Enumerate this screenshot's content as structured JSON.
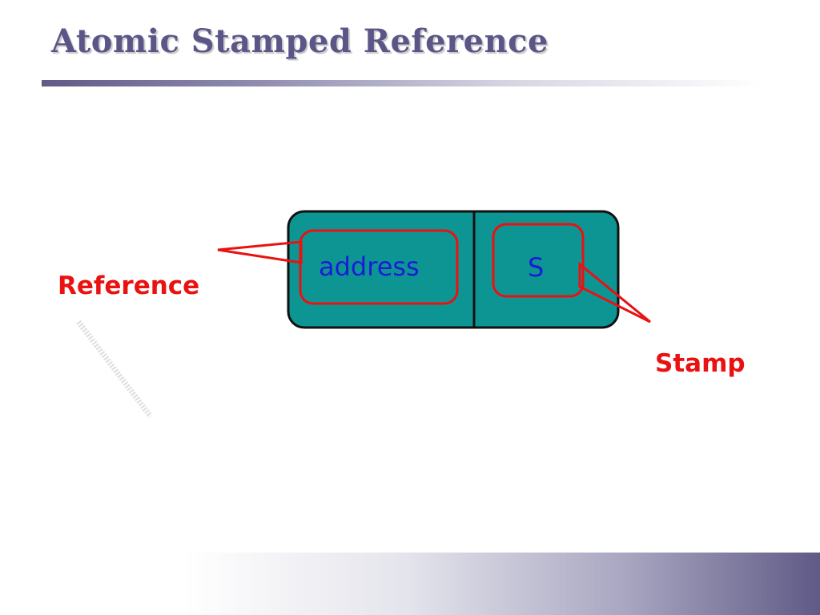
{
  "slide": {
    "title": "Atomic Stamped Reference"
  },
  "diagram": {
    "reference_cell_text": "address",
    "stamp_cell_text": "S",
    "reference_label": "Reference",
    "stamp_label": "Stamp"
  },
  "colors": {
    "title": "#5a5688",
    "container_fill": "#0d9594",
    "outline_red": "#ea1111",
    "cell_text_blue": "#1b1bd6",
    "label_red": "#ea1111"
  }
}
